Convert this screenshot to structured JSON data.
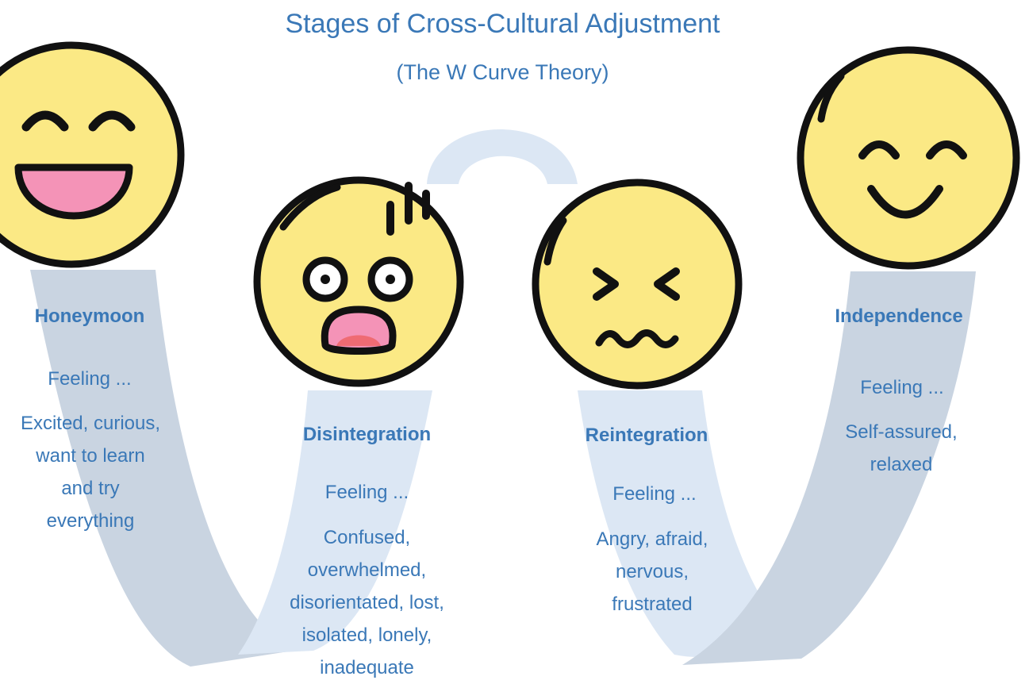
{
  "title": "Stages of Cross-Cultural Adjustment",
  "subtitle": "(The W Curve Theory)",
  "colors": {
    "text": "#3a78b7",
    "ribbon_dark": "#c9d4e1",
    "ribbon_light": "#dce7f4",
    "face_fill": "#fbe985",
    "face_outline": "#111111",
    "mouth_pink": "#f493b7",
    "mouth_red": "#ef6b73"
  },
  "stages": [
    {
      "name": "Honeymoon",
      "feeling_label": "Feeling ...",
      "feelings": [
        "Excited, curious,",
        "want to learn",
        "and try",
        "everything"
      ],
      "icon": "laughing-face-icon"
    },
    {
      "name": "Disintegration",
      "feeling_label": "Feeling ...",
      "feelings": [
        "Confused,",
        "overwhelmed,",
        "disorientated, lost,",
        "isolated, lonely,",
        "inadequate"
      ],
      "icon": "shocked-face-icon"
    },
    {
      "name": "Reintegration",
      "feeling_label": "Feeling ...",
      "feelings": [
        "Angry, afraid,",
        "nervous,",
        "frustrated"
      ],
      "icon": "distressed-face-icon"
    },
    {
      "name": "Independence",
      "feeling_label": "Feeling ...",
      "feelings": [
        "Self-assured,",
        "relaxed"
      ],
      "icon": "content-smile-face-icon"
    }
  ]
}
